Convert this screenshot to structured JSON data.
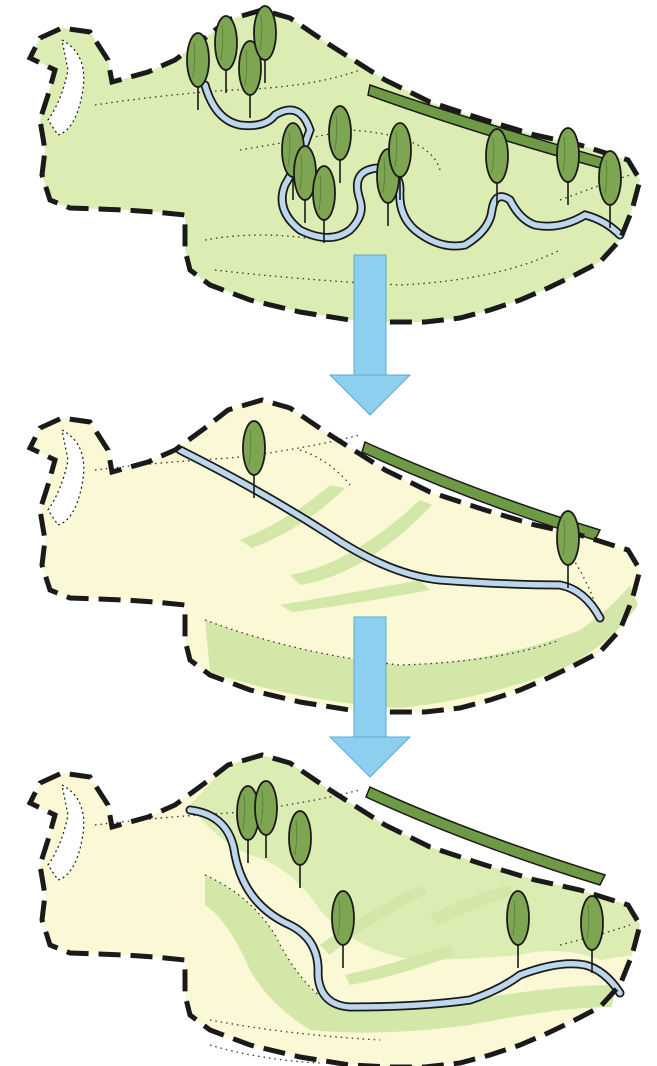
{
  "colors": {
    "stage1_fill": "#dcedb4",
    "stage2_fill": "#fbf8d6",
    "stage3_fill": "#fbf8d6",
    "floodplain_green": "#dcedb4",
    "terrace_green": "#d3e7a9",
    "tree_fill": "#7ea552",
    "dark_bank": "#6f9a45",
    "river_fill": "#bcd6ec",
    "arrow_fill": "#8ccfee",
    "outline": "#1a1a1a"
  },
  "stages": [
    {
      "name": "stage-1-wooded-meandering-river",
      "tree_count": 13
    },
    {
      "name": "stage-2-straightened-river",
      "tree_count": 2
    },
    {
      "name": "stage-3-restored-river",
      "tree_count": 6
    }
  ],
  "arrows": [
    {
      "name": "transition-arrow-1",
      "direction": "down"
    },
    {
      "name": "transition-arrow-2",
      "direction": "down"
    }
  ]
}
